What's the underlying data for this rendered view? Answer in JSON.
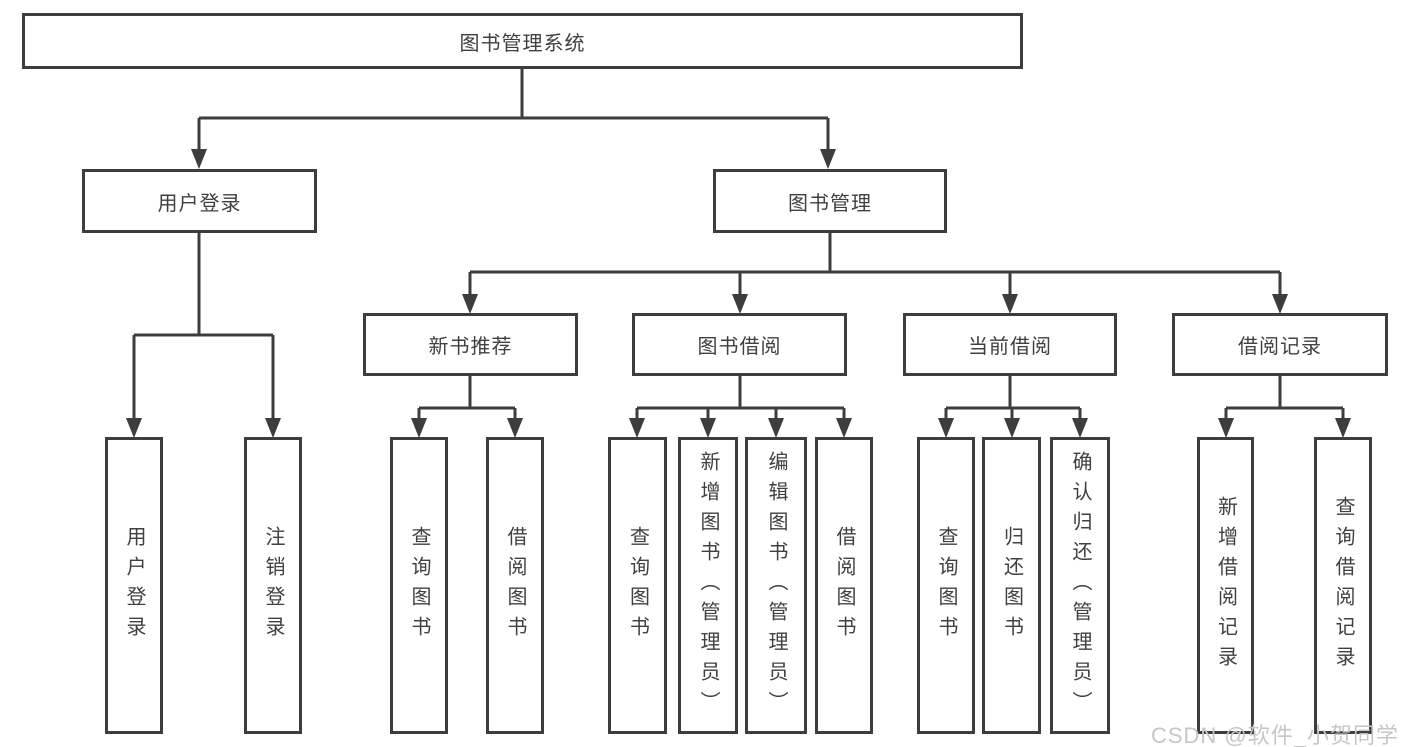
{
  "tree": {
    "root": {
      "label": "图书管理系统",
      "children": [
        {
          "label": "用户登录",
          "children": [
            {
              "label": "用户登录"
            },
            {
              "label": "注销登录"
            }
          ]
        },
        {
          "label": "图书管理",
          "children": [
            {
              "label": "新书推荐",
              "children": [
                {
                  "label": "查询图书"
                },
                {
                  "label": "借阅图书"
                }
              ]
            },
            {
              "label": "图书借阅",
              "children": [
                {
                  "label": "查询图书"
                },
                {
                  "label": "新增图书（管理员）"
                },
                {
                  "label": "编辑图书（管理员）"
                },
                {
                  "label": "借阅图书"
                }
              ]
            },
            {
              "label": "当前借阅",
              "children": [
                {
                  "label": "查询图书"
                },
                {
                  "label": "归还图书"
                },
                {
                  "label": "确认归还（管理员）"
                }
              ]
            },
            {
              "label": "借阅记录",
              "children": [
                {
                  "label": "新增借阅记录"
                },
                {
                  "label": "查询借阅记录"
                }
              ]
            }
          ]
        }
      ]
    }
  },
  "watermark": {
    "text": "CSDN @软件_小贺同学"
  },
  "colors": {
    "line": "#3d3d3d",
    "text": "#404040",
    "background": "#ffffff",
    "watermark": "#c6c6c6"
  }
}
